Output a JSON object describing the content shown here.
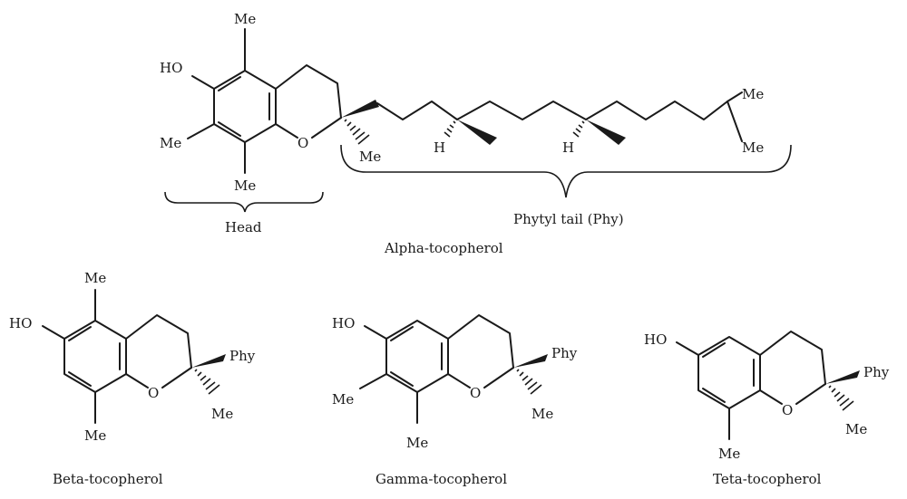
{
  "atoms": {
    "methyl": "Me",
    "hydroxyl": "HO",
    "oxygen": "O",
    "hydrogen": "H",
    "phytyl_abbrev": "Phy"
  },
  "labels": {
    "head": "Head",
    "phytyl_tail": "Phytyl tail (Phy)"
  },
  "molecules": {
    "alpha": "Alpha-tocopherol",
    "beta": "Beta-tocopherol",
    "gamma": "Gamma-tocopherol",
    "teta": "Teta-tocopherol"
  }
}
